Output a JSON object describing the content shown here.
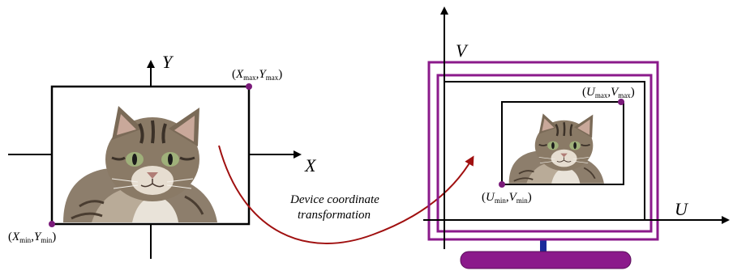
{
  "left": {
    "axis_x_label": "X",
    "axis_y_label": "Y",
    "corner_max": {
      "base1": "X",
      "sub1": "max",
      "base2": "Y",
      "sub2": "max"
    },
    "corner_min": {
      "base1": "X",
      "sub1": "min",
      "base2": "Y",
      "sub2": "min"
    }
  },
  "right": {
    "axis_u_label": "U",
    "axis_v_label": "V",
    "corner_max": {
      "base1": "U",
      "sub1": "max",
      "base2": "V",
      "sub2": "max"
    },
    "corner_min": {
      "base1": "U",
      "sub1": "min",
      "base2": "V",
      "sub2": "min"
    }
  },
  "transform": {
    "line1": "Device coordinate",
    "line2": "transformation"
  },
  "colors": {
    "arrow": "#a01010",
    "monitor_frame": "#8b1a8b",
    "stand_base": "#8b1a8b",
    "stand_neck": "#1a2a9a",
    "corner_dot": "#7a1a7a",
    "ink": "#000000"
  },
  "icons": {
    "photo": "cat-photo-icon",
    "monitor": "monitor-icon"
  }
}
